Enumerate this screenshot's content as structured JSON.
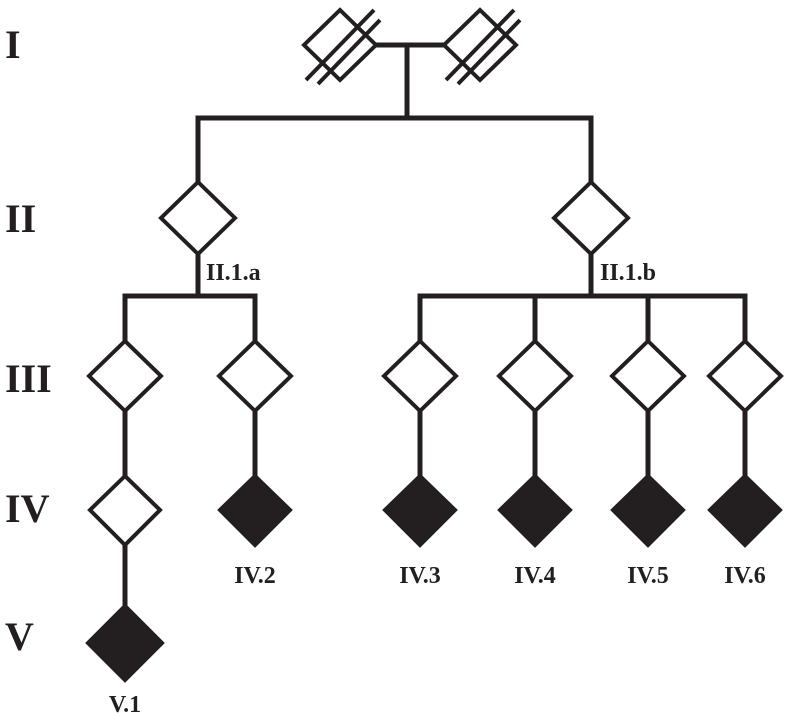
{
  "generations": [
    "I",
    "II",
    "III",
    "IV",
    "V"
  ],
  "individuals": [
    {
      "id": "I-1",
      "label": "",
      "affected": false,
      "deceased": true
    },
    {
      "id": "I-2",
      "label": "",
      "affected": false,
      "deceased": true
    },
    {
      "id": "II-a",
      "label": "II.1.a",
      "affected": false
    },
    {
      "id": "II-b",
      "label": "II.1.b",
      "affected": false
    },
    {
      "id": "III-1",
      "label": "",
      "affected": false
    },
    {
      "id": "III-2",
      "label": "",
      "affected": false
    },
    {
      "id": "III-3",
      "label": "",
      "affected": false
    },
    {
      "id": "III-4",
      "label": "",
      "affected": false
    },
    {
      "id": "III-5",
      "label": "",
      "affected": false
    },
    {
      "id": "III-6",
      "label": "",
      "affected": false
    },
    {
      "id": "IV-1",
      "label": "",
      "affected": false
    },
    {
      "id": "IV-2",
      "label": "IV.2",
      "affected": true
    },
    {
      "id": "IV-3",
      "label": "IV.3",
      "affected": true
    },
    {
      "id": "IV-4",
      "label": "IV.4",
      "affected": true
    },
    {
      "id": "IV-5",
      "label": "IV.5",
      "affected": true
    },
    {
      "id": "IV-6",
      "label": "IV.6",
      "affected": true
    },
    {
      "id": "V-1",
      "label": "V.1",
      "affected": true
    }
  ],
  "colors": {
    "ink": "#231f20",
    "background": "#ffffff"
  }
}
